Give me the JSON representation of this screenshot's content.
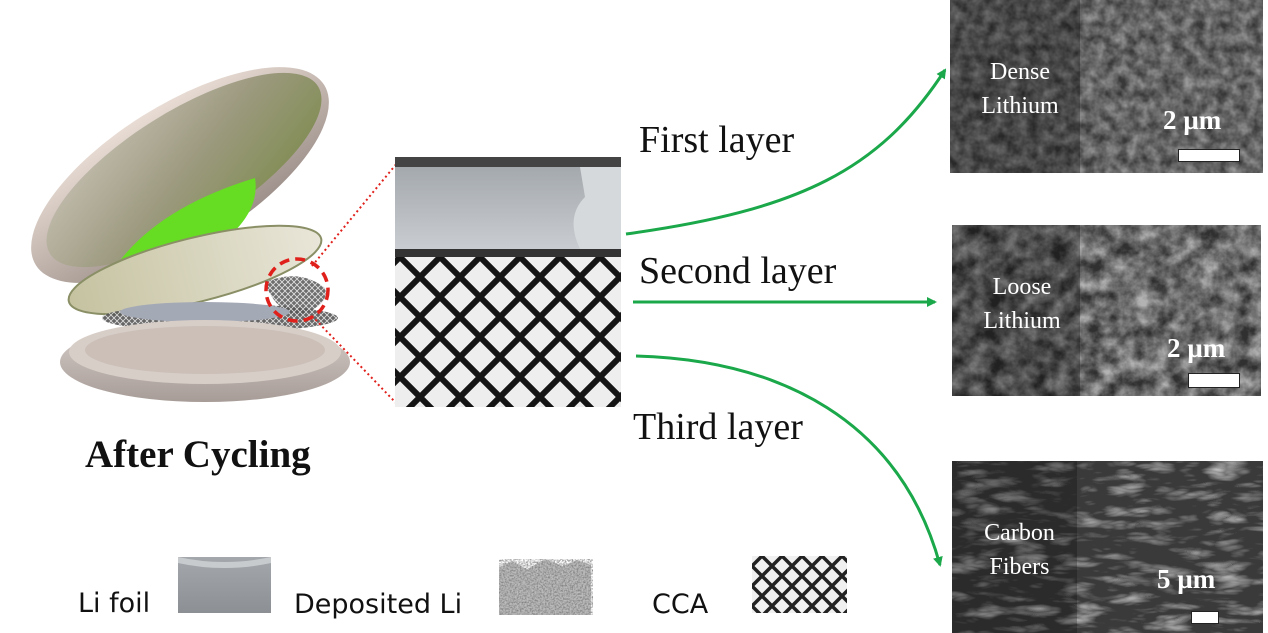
{
  "caption": "After Cycling",
  "layers": {
    "first": "First layer",
    "second": "Second layer",
    "third": "Third layer"
  },
  "sem_images": [
    {
      "label_line1": "Dense",
      "label_line2": "Lithium",
      "scale": "2 µm"
    },
    {
      "label_line1": "Loose",
      "label_line2": "Lithium",
      "scale": "2 µm"
    },
    {
      "label_line1": "Carbon",
      "label_line2": "Fibers",
      "scale": "5 µm"
    }
  ],
  "legend": {
    "li_foil": "Li foil",
    "deposited_li": "Deposited Li",
    "cca": "CCA"
  },
  "colors": {
    "arrow": "#1aa84a",
    "highlight": "#e0201b",
    "separator": "#66dd22"
  }
}
